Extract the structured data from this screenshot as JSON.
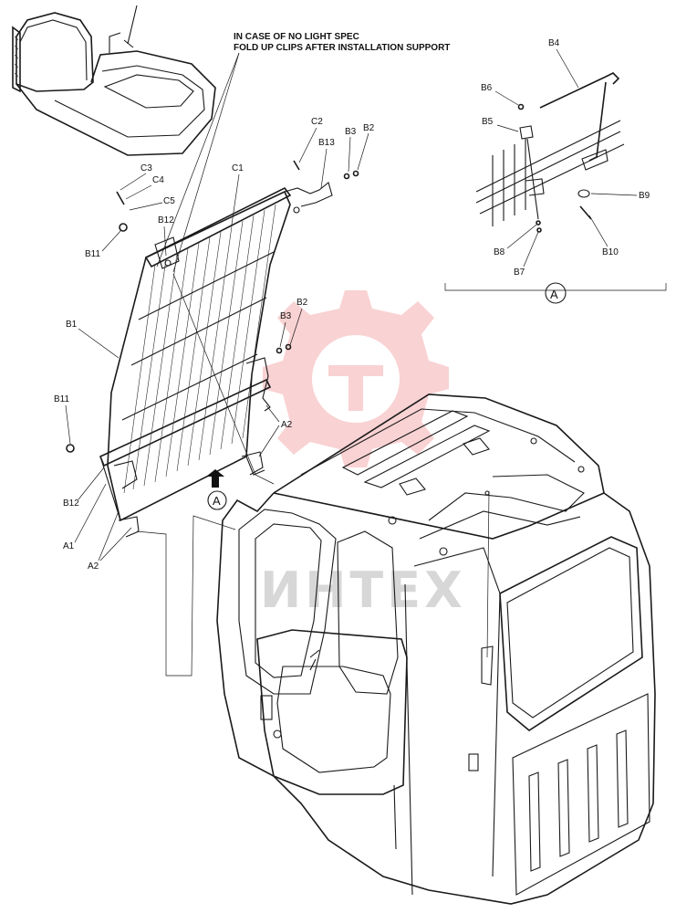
{
  "note": {
    "line1": "IN CASE OF NO LIGHT SPEC",
    "line2": "FOLD UP CLIPS AFTER INSTALLATION SUPPORT"
  },
  "labels": {
    "C1": "C1",
    "C2": "C2",
    "C3": "C3",
    "C4": "C4",
    "C5": "C5",
    "B1": "B1",
    "B2": "B2",
    "B3": "B3",
    "B4": "B4",
    "B5": "B5",
    "B6": "B6",
    "B7": "B7",
    "B8": "B8",
    "B9": "B9",
    "B10": "B10",
    "B11": "B11",
    "B12": "B12",
    "B13": "B13",
    "A1": "A1",
    "A2": "A2",
    "callout": "A"
  },
  "watermark": {
    "text": "ИНТЕХ",
    "color": "#e8353a"
  }
}
